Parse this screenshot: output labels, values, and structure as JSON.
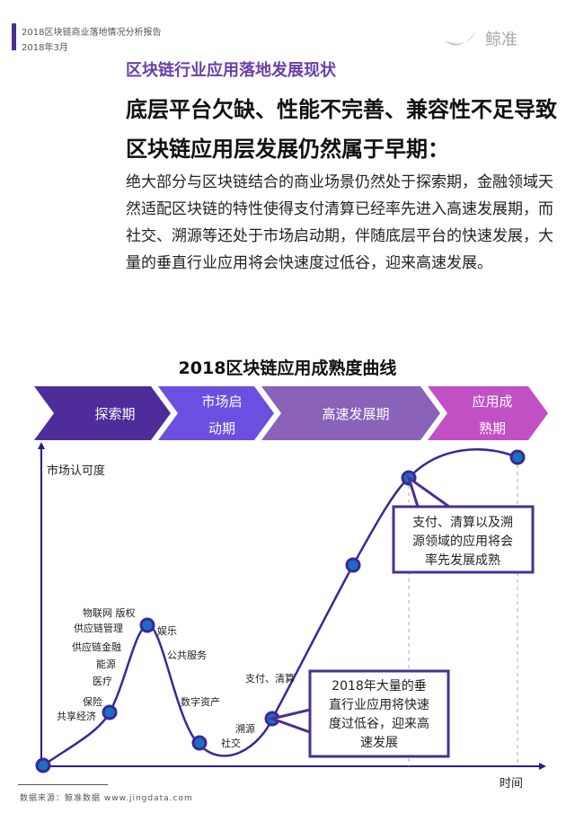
{
  "header": {
    "report_title": "2018区块链商业落地情况分析报告",
    "date": "2018年3月",
    "logo_text": "鲸准"
  },
  "section_title": "区块链行业应用落地发展现状",
  "main_title": "底层平台欠缺、性能不完善、兼容性不足导致区块链应用层发展仍然属于早期：",
  "paragraph": "绝大部分与区块链结合的商业场景仍然处于探索期，金融领域天然适配区块链的特性使得支付清算已经率先进入高速发展期，而社交、溯源等还处于市场启动期，伴随底层平台的快速发展，大量的垂直行业应用将会快速度过低谷，迎来高速发展。",
  "chart": {
    "title": "2018区块链应用成熟度曲线",
    "phases": [
      {
        "line1": "探索期",
        "line2": "",
        "color": "#4e2d9a"
      },
      {
        "line1": "市场启",
        "line2": "动期",
        "color": "#6c4fe0"
      },
      {
        "line1": "高速发展期",
        "line2": "",
        "color": "#8a62b8"
      },
      {
        "line1": "应用成",
        "line2": "熟期",
        "color": "#c150c4"
      }
    ],
    "ylabel": "市场认可度",
    "xlabel": "时间",
    "labels": {
      "l1": "物联网 版权",
      "l2": "供应链管理",
      "l3": "供应链金融",
      "l4": "能源",
      "l5": "医疗",
      "l6": "保险",
      "l7": "共享经济",
      "r1": "娱乐",
      "r2": "公共服务",
      "r3": "数字资产",
      "r4": "溯源",
      "r5": "社交",
      "r6": "支付、清算"
    },
    "callout1": [
      "支付、清算以及溯",
      "源领域的应用将会",
      "率先发展成熟"
    ],
    "callout2": [
      "2018年大量的垂",
      "直行业应用将快速",
      "度过低谷，迎来高",
      "速发展"
    ]
  },
  "source": "数据来源：鲸准数据 www.jingdata.com"
}
